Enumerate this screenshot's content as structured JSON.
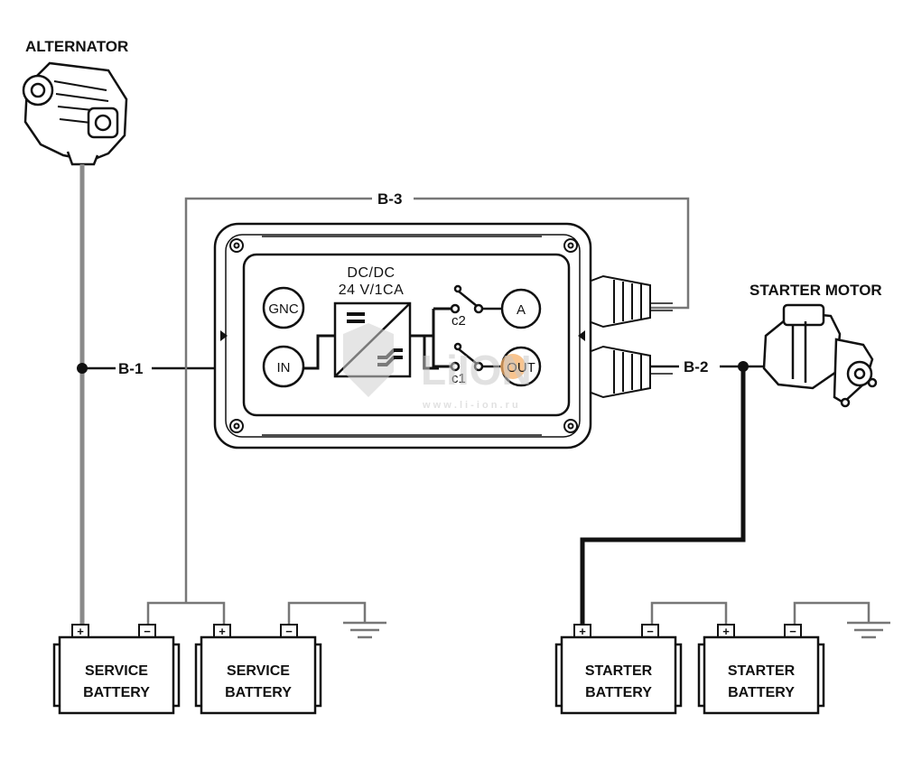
{
  "labels": {
    "alternator": "ALTERNATOR",
    "starter_motor": "STARTER MOTOR",
    "b1": "B-1",
    "b2": "B-2",
    "b3": "B-3"
  },
  "module": {
    "title_line1": "DC/DC",
    "title_line2": "24 V/1CA",
    "terminal_gnc": "GNC",
    "terminal_in": "IN",
    "terminal_a": "A",
    "terminal_out": "OUT",
    "switch_c2": "c2",
    "switch_c1": "c1"
  },
  "batteries": [
    {
      "line1": "SERVICE",
      "line2": "BATTERY",
      "plus": "+",
      "minus": "−"
    },
    {
      "line1": "SERVICE",
      "line2": "BATTERY",
      "plus": "+",
      "minus": "−"
    },
    {
      "line1": "STARTER",
      "line2": "BATTERY",
      "plus": "+",
      "minus": "−"
    },
    {
      "line1": "STARTER",
      "line2": "BATTERY",
      "plus": "+",
      "minus": "−"
    }
  ],
  "watermark": {
    "brand": "LiION",
    "url": "w w w . l i - i o n . r u"
  },
  "colors": {
    "wire_gray": "#8a8a8a",
    "wire_black": "#111111",
    "thin_wire": "#777777",
    "out_highlight": "#f5b06a"
  }
}
